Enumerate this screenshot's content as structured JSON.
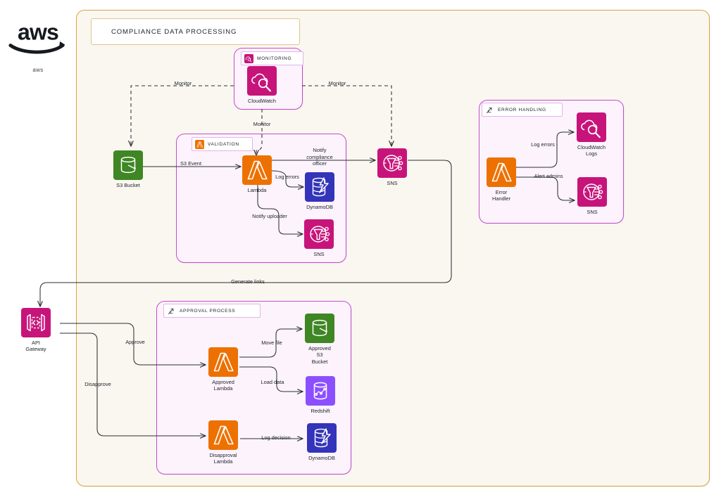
{
  "logo": {
    "name": "aws",
    "caption": "aws"
  },
  "canvas": {
    "title": "COMPLIANCE DATA PROCESSING",
    "background": "#faf7f0",
    "border_color": "#d9a441"
  },
  "groups": [
    {
      "id": "monitoring",
      "label": "MONITORING",
      "icon": "cloudwatch-icon",
      "border_color": "#c64ad0",
      "fill": "#fcf3fd"
    },
    {
      "id": "validation",
      "label": "VALIDATION",
      "icon": "lambda-icon",
      "border_color": "#c64ad0",
      "fill": "#fcf3fd"
    },
    {
      "id": "error-handling",
      "label": "ERROR HANDLING",
      "icon": "step-functions-icon",
      "border_color": "#c64ad0",
      "fill": "#fcf3fd"
    },
    {
      "id": "approval-process",
      "label": "APPROVAL PROCESS",
      "icon": "step-functions-icon",
      "border_color": "#c64ad0",
      "fill": "#fcf3fd"
    }
  ],
  "nodes": [
    {
      "id": "cloudwatch",
      "label": "CloudWatch",
      "icon": "cloudwatch-icon",
      "color": "#c7147a"
    },
    {
      "id": "s3-bucket",
      "label": "S3 Bucket",
      "icon": "s3-bucket-icon",
      "color": "#3f8624"
    },
    {
      "id": "lambda",
      "label": "Lambda",
      "icon": "lambda-icon",
      "color": "#ed7100"
    },
    {
      "id": "dynamodb",
      "label": "DynamoDB",
      "icon": "dynamodb-icon",
      "color": "#3334b9"
    },
    {
      "id": "sns-validation",
      "label": "SNS",
      "icon": "sns-icon",
      "color": "#c7147a"
    },
    {
      "id": "sns-main",
      "label": "SNS",
      "icon": "sns-icon",
      "color": "#c7147a"
    },
    {
      "id": "error-handler",
      "label": "Error\nHandler",
      "icon": "lambda-icon",
      "color": "#ed7100"
    },
    {
      "id": "cloudwatch-logs",
      "label": "CloudWatch\nLogs",
      "icon": "cloudwatch-icon",
      "color": "#c7147a"
    },
    {
      "id": "sns-error",
      "label": "SNS",
      "icon": "sns-icon",
      "color": "#c7147a"
    },
    {
      "id": "api-gateway",
      "label": "API Gateway",
      "icon": "api-gateway-icon",
      "color": "#c7147a"
    },
    {
      "id": "approved-lambda",
      "label": "Approved\nLambda",
      "icon": "lambda-icon",
      "color": "#ed7100"
    },
    {
      "id": "approved-s3",
      "label": "Approved S3\nBucket",
      "icon": "s3-bucket-icon",
      "color": "#3f8624"
    },
    {
      "id": "redshift",
      "label": "Redshift",
      "icon": "redshift-icon",
      "color": "#8c4fff"
    },
    {
      "id": "disapproval-lambda",
      "label": "Disapproval\nLambda",
      "icon": "lambda-icon",
      "color": "#ed7100"
    },
    {
      "id": "dynamodb-decision",
      "label": "DynamoDB",
      "icon": "dynamodb-icon",
      "color": "#3334b9"
    }
  ],
  "edges": [
    {
      "id": "monitor-s3",
      "label": "Monitor",
      "from": "cloudwatch",
      "to": "s3-bucket",
      "style": "dashed"
    },
    {
      "id": "monitor-lambda",
      "label": "Monitor",
      "from": "cloudwatch",
      "to": "lambda",
      "style": "dashed"
    },
    {
      "id": "monitor-sns",
      "label": "Monitor",
      "from": "cloudwatch",
      "to": "sns-main",
      "style": "dashed"
    },
    {
      "id": "s3-event",
      "label": "S3 Event",
      "from": "s3-bucket",
      "to": "lambda",
      "style": "solid"
    },
    {
      "id": "notify-officer",
      "label": "Notify\ncompliance\nofficer",
      "from": "lambda",
      "to": "sns-main",
      "style": "solid"
    },
    {
      "id": "log-errors-ddb",
      "label": "Log errors",
      "from": "lambda",
      "to": "dynamodb",
      "style": "solid"
    },
    {
      "id": "notify-uploader",
      "label": "Notify uploader",
      "from": "lambda",
      "to": "sns-validation",
      "style": "solid"
    },
    {
      "id": "generate-links",
      "label": "Generate links",
      "from": "sns-main",
      "to": "api-gateway",
      "style": "solid"
    },
    {
      "id": "log-errors-cwl",
      "label": "Log errors",
      "from": "error-handler",
      "to": "cloudwatch-logs",
      "style": "solid"
    },
    {
      "id": "alert-admins",
      "label": "Alert admins",
      "from": "error-handler",
      "to": "sns-error",
      "style": "solid"
    },
    {
      "id": "approve",
      "label": "Approve",
      "from": "api-gateway",
      "to": "approved-lambda",
      "style": "solid"
    },
    {
      "id": "disapprove",
      "label": "Disapprove",
      "from": "api-gateway",
      "to": "disapproval-lambda",
      "style": "solid"
    },
    {
      "id": "move-file",
      "label": "Move file",
      "from": "approved-lambda",
      "to": "approved-s3",
      "style": "solid"
    },
    {
      "id": "load-data",
      "label": "Load data",
      "from": "approved-lambda",
      "to": "redshift",
      "style": "solid"
    },
    {
      "id": "log-decision",
      "label": "Log decision",
      "from": "disapproval-lambda",
      "to": "dynamodb-decision",
      "style": "solid"
    }
  ]
}
